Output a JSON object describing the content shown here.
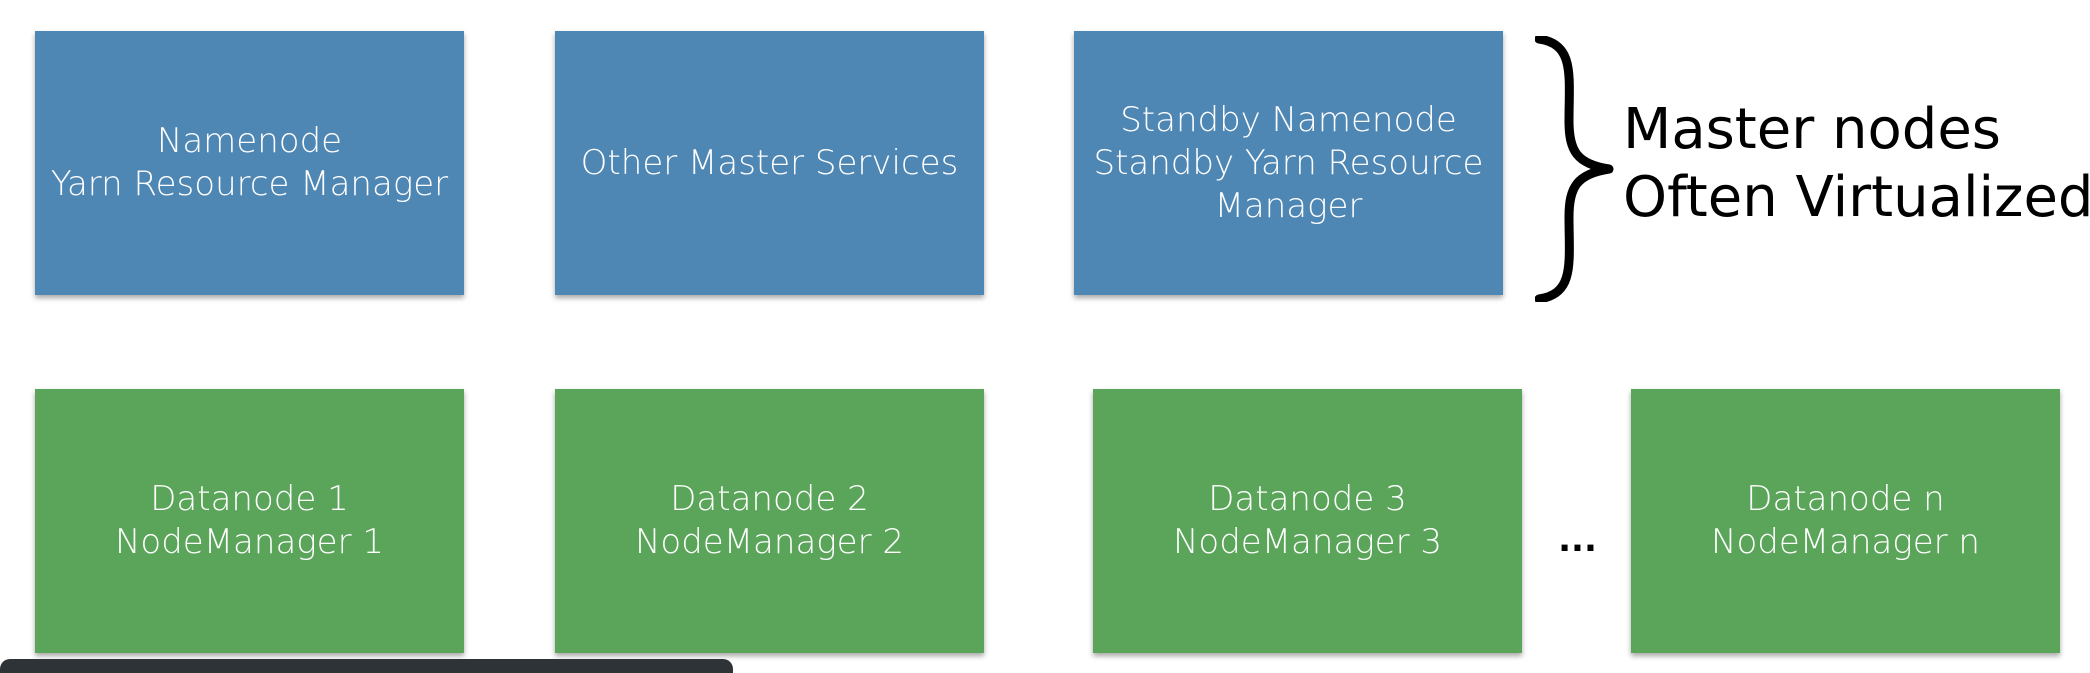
{
  "master_nodes": [
    {
      "lines": [
        "Namenode",
        "Yarn Resource Manager"
      ]
    },
    {
      "lines": [
        "Other Master Services"
      ]
    },
    {
      "lines": [
        "Standby Namenode",
        "Standby Yarn Resource",
        "Manager"
      ]
    }
  ],
  "data_nodes": [
    {
      "lines": [
        "Datanode 1",
        "NodeManager 1"
      ]
    },
    {
      "lines": [
        "Datanode 2",
        "NodeManager 2"
      ]
    },
    {
      "lines": [
        "Datanode 3",
        "NodeManager 3"
      ]
    },
    {
      "lines": [
        "Datanode n",
        "NodeManager n"
      ]
    }
  ],
  "ellipsis": "...",
  "brace_label": {
    "line1": "Master nodes",
    "line2": "Often Virtualized"
  },
  "colors": {
    "master_box": "#4e86b4",
    "data_box": "#5aa55a",
    "box_text": "#ffffff"
  }
}
